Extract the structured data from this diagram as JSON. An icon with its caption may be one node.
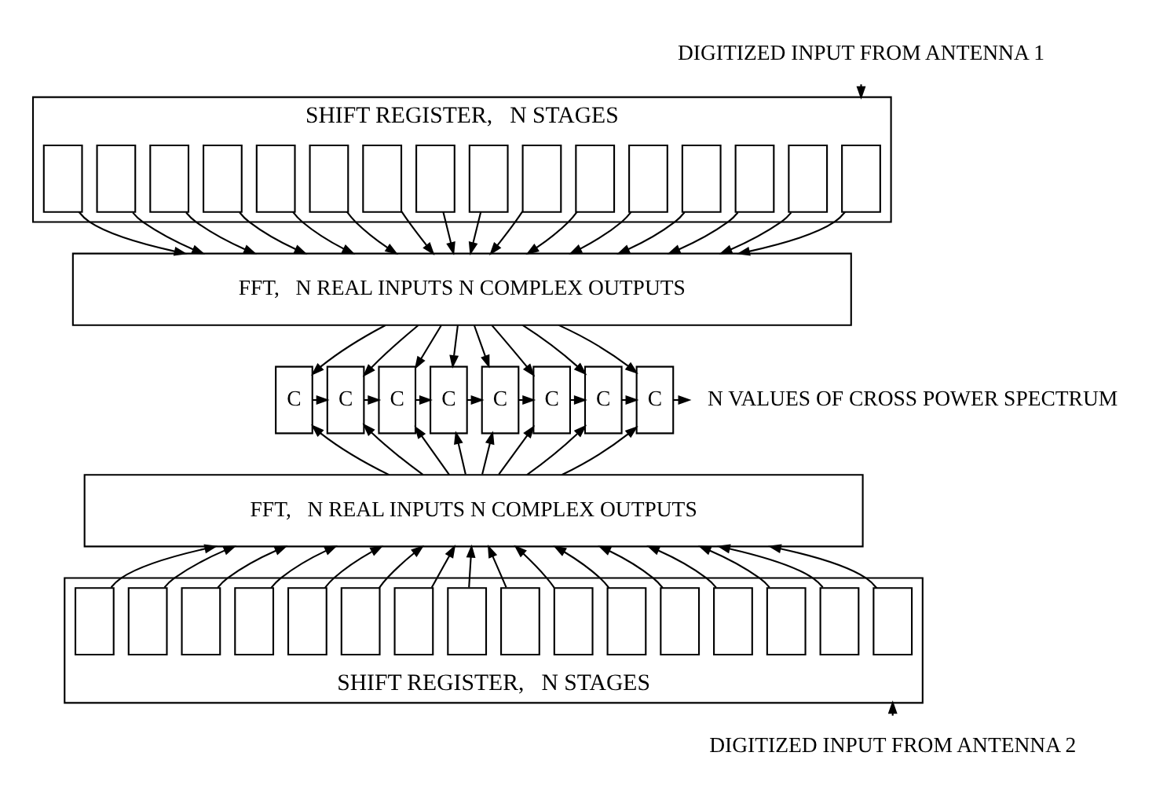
{
  "diagram": {
    "nodes": [
      {
        "text": [
          "DIGITIZED INPUT FROM ANTENNA 1"
        ]
      },
      {
        "text": [
          "SHIFT REGISTER,   N STAGES"
        ]
      },
      {
        "text": [],
        "shape": "box",
        "in": 1
      },
      {
        "text": [],
        "shape": "box",
        "in": 1
      },
      {
        "text": [],
        "shape": "box",
        "in": 1
      },
      {
        "text": [],
        "shape": "box",
        "in": 1
      },
      {
        "text": [],
        "shape": "box",
        "in": 1
      },
      {
        "text": [],
        "shape": "box",
        "in": 1
      },
      {
        "text": [],
        "shape": "box",
        "in": 1
      },
      {
        "text": [],
        "shape": "box",
        "in": 1
      },
      {
        "text": [],
        "shape": "box",
        "in": 1
      },
      {
        "text": [],
        "shape": "box",
        "in": 1
      },
      {
        "text": [],
        "shape": "box",
        "in": 1
      },
      {
        "text": [],
        "shape": "box",
        "in": 1
      },
      {
        "text": [],
        "shape": "box",
        "in": 1
      },
      {
        "text": [],
        "shape": "box",
        "in": 1
      },
      {
        "text": [],
        "shape": "box",
        "in": 1
      },
      {
        "text": [],
        "shape": "box",
        "in": 1
      },
      {
        "text": [
          "FFT,   N REAL INPUTS N COMPLEX OUTPUTS"
        ]
      },
      {
        "text": [
          "C"
        ]
      },
      {
        "text": [
          "C"
        ]
      },
      {
        "text": [
          "C"
        ]
      },
      {
        "text": [
          "C"
        ]
      },
      {
        "text": [
          "C"
        ]
      },
      {
        "text": [
          "C"
        ]
      },
      {
        "text": [
          "C"
        ]
      },
      {
        "text": [
          "C"
        ]
      },
      {
        "text": [
          "N VALUES OF CROSS POWER SPECTRUM"
        ]
      },
      {
        "text": [
          "FFT,   N REAL INPUTS N COMPLEX OUTPUTS"
        ]
      },
      {
        "text": [
          "SHIFT REGISTER,   N STAGES"
        ]
      },
      {
        "text": [],
        "shape": "box",
        "in": 29
      },
      {
        "text": [],
        "shape": "box",
        "in": 29
      },
      {
        "text": [],
        "shape": "box",
        "in": 29
      },
      {
        "text": [],
        "shape": "box",
        "in": 29
      },
      {
        "text": [],
        "shape": "box",
        "in": 29
      },
      {
        "text": [],
        "shape": "box",
        "in": 29
      },
      {
        "text": [],
        "shape": "box",
        "in": 29
      },
      {
        "text": [],
        "shape": "box",
        "in": 29
      },
      {
        "text": [],
        "shape": "box",
        "in": 29
      },
      {
        "text": [],
        "shape": "box",
        "in": 29
      },
      {
        "text": [],
        "shape": "box",
        "in": 29
      },
      {
        "text": [],
        "shape": "box",
        "in": 29
      },
      {
        "text": [],
        "shape": "box",
        "in": 29
      },
      {
        "text": [],
        "shape": "box",
        "in": 29
      },
      {
        "text": [],
        "shape": "box",
        "in": 29
      },
      {
        "text": [],
        "shape": "box",
        "in": 29
      },
      {
        "text": [
          "DIGITIZED INPUT FROM ANTENNA 2"
        ]
      }
    ],
    "edges": [
      {
        "from": 0,
        "to": 1,
        "arrow": "to"
      },
      {
        "from": 2,
        "to": 18,
        "arrow": "to"
      },
      {
        "from": 3,
        "to": 18,
        "arrow": "to"
      },
      {
        "from": 4,
        "to": 18,
        "arrow": "to"
      },
      {
        "from": 5,
        "to": 18,
        "arrow": "to"
      },
      {
        "from": 6,
        "to": 18,
        "arrow": "to"
      },
      {
        "from": 7,
        "to": 18,
        "arrow": "to"
      },
      {
        "from": 8,
        "to": 18,
        "arrow": "to"
      },
      {
        "from": 9,
        "to": 18,
        "arrow": "to"
      },
      {
        "from": 10,
        "to": 18,
        "arrow": "to"
      },
      {
        "from": 11,
        "to": 18,
        "arrow": "to"
      },
      {
        "from": 12,
        "to": 18,
        "arrow": "to"
      },
      {
        "from": 13,
        "to": 18,
        "arrow": "to"
      },
      {
        "from": 14,
        "to": 18,
        "arrow": "to"
      },
      {
        "from": 15,
        "to": 18,
        "arrow": "to"
      },
      {
        "from": 16,
        "to": 18,
        "arrow": "to"
      },
      {
        "from": 17,
        "to": 18,
        "arrow": "to"
      },
      {
        "from": 18,
        "to": 19,
        "arrow": "to"
      },
      {
        "from": 18,
        "to": 20,
        "arrow": "to"
      },
      {
        "from": 18,
        "to": 21,
        "arrow": "to"
      },
      {
        "from": 18,
        "to": 22,
        "arrow": "to"
      },
      {
        "from": 18,
        "to": 23,
        "arrow": "to"
      },
      {
        "from": 18,
        "to": 24,
        "arrow": "to"
      },
      {
        "from": 18,
        "to": 25,
        "arrow": "to"
      },
      {
        "from": 18,
        "to": 26,
        "arrow": "to"
      },
      {
        "from": 19,
        "to": 20,
        "arrow": "to"
      },
      {
        "from": 20,
        "to": 21,
        "arrow": "to"
      },
      {
        "from": 21,
        "to": 22,
        "arrow": "to"
      },
      {
        "from": 22,
        "to": 23,
        "arrow": "to"
      },
      {
        "from": 23,
        "to": 24,
        "arrow": "to"
      },
      {
        "from": 24,
        "to": 25,
        "arrow": "to"
      },
      {
        "from": 25,
        "to": 26,
        "arrow": "to"
      },
      {
        "from": 26,
        "to": 27,
        "arrow": "to"
      },
      {
        "from": 28,
        "to": 19,
        "arrow": "to"
      },
      {
        "from": 28,
        "to": 20,
        "arrow": "to"
      },
      {
        "from": 28,
        "to": 21,
        "arrow": "to"
      },
      {
        "from": 28,
        "to": 22,
        "arrow": "to"
      },
      {
        "from": 28,
        "to": 23,
        "arrow": "to"
      },
      {
        "from": 28,
        "to": 24,
        "arrow": "to"
      },
      {
        "from": 28,
        "to": 25,
        "arrow": "to"
      },
      {
        "from": 28,
        "to": 26,
        "arrow": "to"
      },
      {
        "from": 30,
        "to": 28,
        "arrow": "to"
      },
      {
        "from": 31,
        "to": 28,
        "arrow": "to"
      },
      {
        "from": 32,
        "to": 28,
        "arrow": "to"
      },
      {
        "from": 33,
        "to": 28,
        "arrow": "to"
      },
      {
        "from": 34,
        "to": 28,
        "arrow": "to"
      },
      {
        "from": 35,
        "to": 28,
        "arrow": "to"
      },
      {
        "from": 36,
        "to": 28,
        "arrow": "to"
      },
      {
        "from": 37,
        "to": 28,
        "arrow": "to"
      },
      {
        "from": 38,
        "to": 28,
        "arrow": "to"
      },
      {
        "from": 39,
        "to": 28,
        "arrow": "to"
      },
      {
        "from": 40,
        "to": 28,
        "arrow": "to"
      },
      {
        "from": 41,
        "to": 28,
        "arrow": "to"
      },
      {
        "from": 42,
        "to": 28,
        "arrow": "to"
      },
      {
        "from": 43,
        "to": 28,
        "arrow": "to"
      },
      {
        "from": 44,
        "to": 28,
        "arrow": "to"
      },
      {
        "from": 45,
        "to": 28,
        "arrow": "to"
      },
      {
        "from": 46,
        "to": 29,
        "arrow": "to"
      }
    ]
  }
}
